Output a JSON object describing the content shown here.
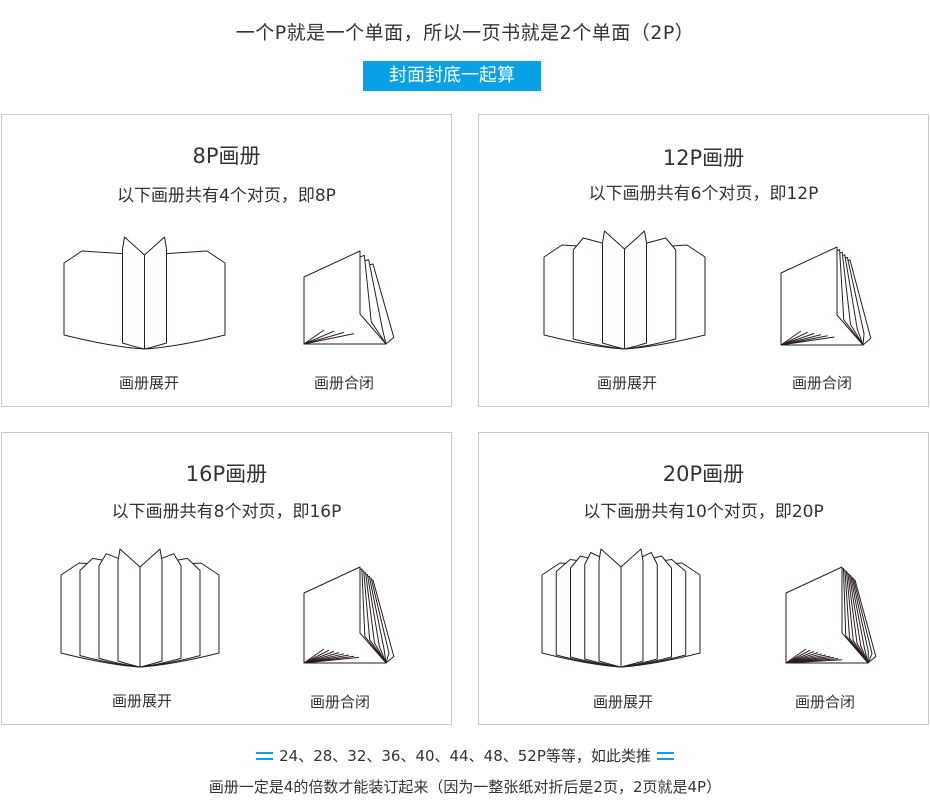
{
  "header": {
    "headline": "一个P就是一个单面，所以一页书就是2个单面（2P）",
    "badge": "封面封底一起算"
  },
  "panels": [
    {
      "title": "8P画册",
      "subtitle": "以下画册共有4个对页，即8P",
      "open_label": "画册展开",
      "closed_label": "画册合闭",
      "spreads": 4
    },
    {
      "title": "12P画册",
      "subtitle": "以下画册共有6个对页，即12P",
      "open_label": "画册展开",
      "closed_label": "画册合闭",
      "spreads": 6
    },
    {
      "title": "16P画册",
      "subtitle": "以下画册共有8个对页，即16P",
      "open_label": "画册展开",
      "closed_label": "画册合闭",
      "spreads": 8
    },
    {
      "title": "20P画册",
      "subtitle": "以下画册共有10个对页，即20P",
      "open_label": "画册展开",
      "closed_label": "画册合闭",
      "spreads": 10
    }
  ],
  "footer": {
    "line1": "24、28、32、36、40、44、48、52P等等，如此类推",
    "line2": "画册一定是4的倍数才能装订起来（因为一整张纸对折后是2页，2页就是4P）"
  },
  "colors": {
    "accent": "#0aa0e6",
    "text": "#333333",
    "border": "#c9c9c9",
    "line": "#2a1f1f"
  },
  "icons": [
    "double-dash-icon"
  ]
}
